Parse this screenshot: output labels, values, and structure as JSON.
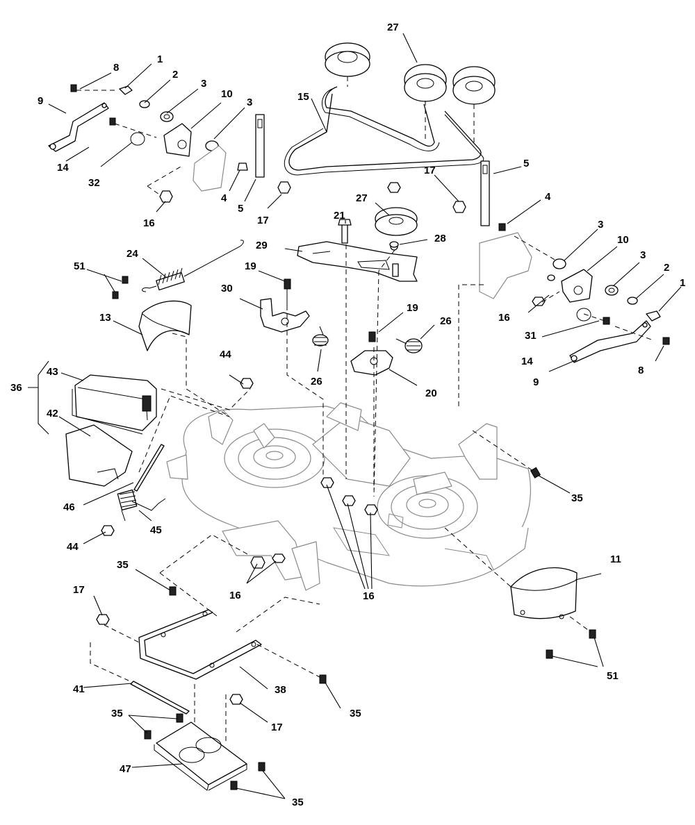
{
  "labels": [
    {
      "id": "l1a",
      "text": "1"
    },
    {
      "id": "l2a",
      "text": "2"
    },
    {
      "id": "l3a",
      "text": "3"
    },
    {
      "id": "l3b",
      "text": "3"
    },
    {
      "id": "l4a",
      "text": "4"
    },
    {
      "id": "l5a",
      "text": "5"
    },
    {
      "id": "l8a",
      "text": "8"
    },
    {
      "id": "l9a",
      "text": "9"
    },
    {
      "id": "l10a",
      "text": "10"
    },
    {
      "id": "l14a",
      "text": "14"
    },
    {
      "id": "l16a",
      "text": "16"
    },
    {
      "id": "l17a",
      "text": "17"
    },
    {
      "id": "l32a",
      "text": "32"
    },
    {
      "id": "l27a",
      "text": "27"
    },
    {
      "id": "l15a",
      "text": "15"
    },
    {
      "id": "l17b",
      "text": "17"
    },
    {
      "id": "l5b",
      "text": "5"
    },
    {
      "id": "l4b",
      "text": "4"
    },
    {
      "id": "l27b",
      "text": "27"
    },
    {
      "id": "l21a",
      "text": "21"
    },
    {
      "id": "l28a",
      "text": "28"
    },
    {
      "id": "l29a",
      "text": "29"
    },
    {
      "id": "l3c",
      "text": "3"
    },
    {
      "id": "l10b",
      "text": "10"
    },
    {
      "id": "l3d",
      "text": "3"
    },
    {
      "id": "l2b",
      "text": "2"
    },
    {
      "id": "l1b",
      "text": "1"
    },
    {
      "id": "l24a",
      "text": "24"
    },
    {
      "id": "l51a",
      "text": "51"
    },
    {
      "id": "l19a",
      "text": "19"
    },
    {
      "id": "l30a",
      "text": "30"
    },
    {
      "id": "l13a",
      "text": "13"
    },
    {
      "id": "l19b",
      "text": "19"
    },
    {
      "id": "l26a",
      "text": "26"
    },
    {
      "id": "l16b",
      "text": "16"
    },
    {
      "id": "l31a",
      "text": "31"
    },
    {
      "id": "l14b",
      "text": "14"
    },
    {
      "id": "l8b",
      "text": "8"
    },
    {
      "id": "l9b",
      "text": "9"
    },
    {
      "id": "l44a",
      "text": "44"
    },
    {
      "id": "l26b",
      "text": "26"
    },
    {
      "id": "l20a",
      "text": "20"
    },
    {
      "id": "l36a",
      "text": "36"
    },
    {
      "id": "l43a",
      "text": "43"
    },
    {
      "id": "l42a",
      "text": "42"
    },
    {
      "id": "l35a",
      "text": "35"
    },
    {
      "id": "l46a",
      "text": "46"
    },
    {
      "id": "l45a",
      "text": "45"
    },
    {
      "id": "l44b",
      "text": "44"
    },
    {
      "id": "l11a",
      "text": "11"
    },
    {
      "id": "l35b",
      "text": "35"
    },
    {
      "id": "l16c",
      "text": "16"
    },
    {
      "id": "l16d",
      "text": "16"
    },
    {
      "id": "l17c",
      "text": "17"
    },
    {
      "id": "l51b",
      "text": "51"
    },
    {
      "id": "l38a",
      "text": "38"
    },
    {
      "id": "l41a",
      "text": "41"
    },
    {
      "id": "l35c",
      "text": "35"
    },
    {
      "id": "l35d",
      "text": "35"
    },
    {
      "id": "l17d",
      "text": "17"
    },
    {
      "id": "l47a",
      "text": "47"
    },
    {
      "id": "l35e",
      "text": "35"
    }
  ]
}
